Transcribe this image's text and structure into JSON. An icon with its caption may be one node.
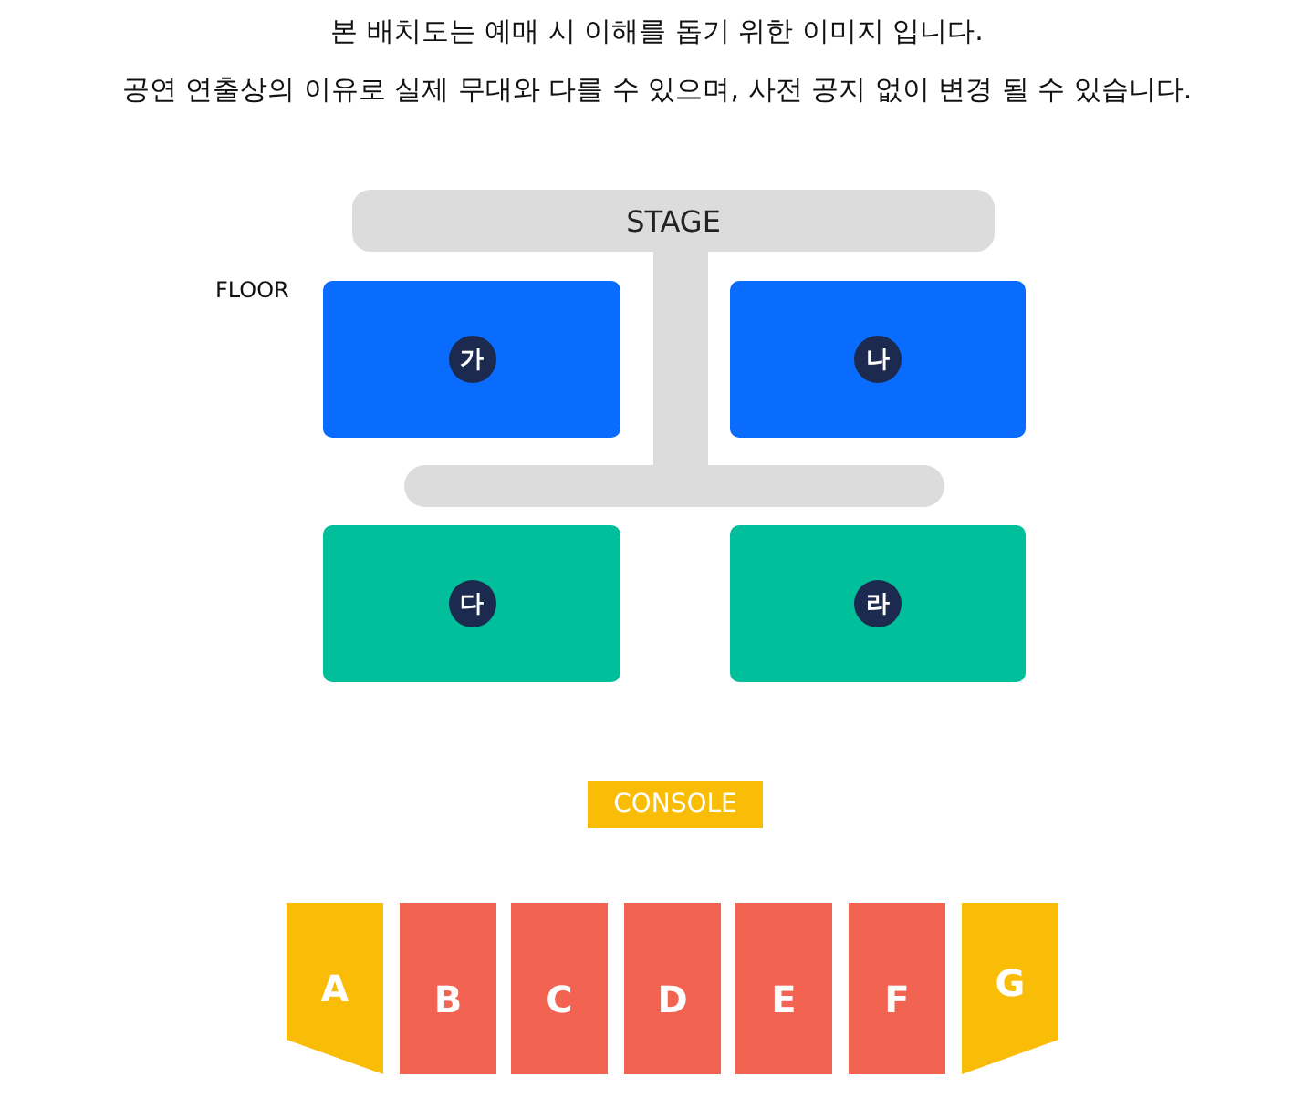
{
  "diagram": {
    "nodes": [
      {
        "text": [
          "STAGE"
        ]
      },
      {
        "text": [
          "가"
        ]
      },
      {
        "text": [
          "나"
        ]
      },
      {
        "text": [
          "다"
        ]
      },
      {
        "text": [
          "라"
        ]
      },
      {
        "text": [
          "CONSOLE"
        ]
      },
      {
        "text": [
          "A"
        ]
      },
      {
        "text": [
          "B"
        ]
      },
      {
        "text": [
          "C"
        ]
      },
      {
        "text": [
          "D"
        ]
      },
      {
        "text": [
          "E"
        ]
      },
      {
        "text": [
          "F"
        ]
      },
      {
        "text": [
          "G"
        ]
      }
    ],
    "edges": [],
    "labels": [
      "본 배치도는 예매 시 이해를 돕기 위한 이미지 입니다.",
      "공연 연출상의 이유로 실제 무대와 다를 수 있으며, 사전 공지 없이 변경 될 수 있습니다.",
      "FLOOR"
    ]
  }
}
